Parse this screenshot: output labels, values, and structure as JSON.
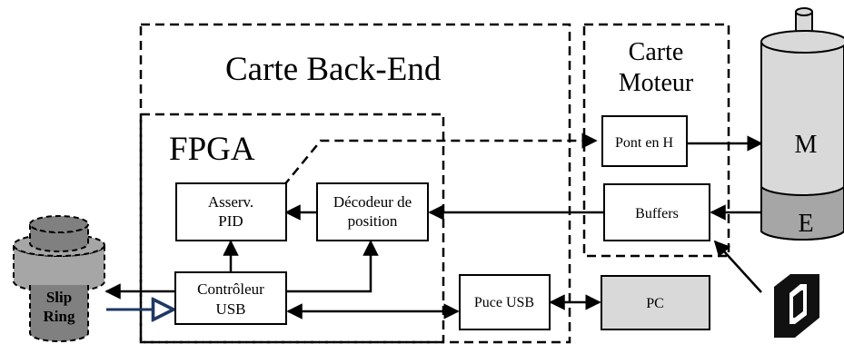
{
  "regions": {
    "backend_title": "Carte Back-End",
    "fpga_title": "FPGA",
    "moteur_title_line1": "Carte",
    "moteur_title_line2": "Moteur"
  },
  "blocks": {
    "asserv_line1": "Asserv.",
    "asserv_line2": "PID",
    "decodeur_line1": "Décodeur de",
    "decodeur_line2": "position",
    "controleur_line1": "Contrôleur",
    "controleur_line2": "USB",
    "puce_usb": "Puce USB",
    "pont_en_h": "Pont en H",
    "buffers": "Buffers",
    "pc": "PC"
  },
  "devices": {
    "motor_label": "M",
    "encoder_label": "E",
    "slip_ring_line1": "Slip",
    "slip_ring_line2": "Ring"
  },
  "colors": {
    "light_gray": "#d9d9d9",
    "mid_gray": "#a6a6a6",
    "dark_gray": "#808080",
    "blue_arrow": "#1f3864"
  }
}
